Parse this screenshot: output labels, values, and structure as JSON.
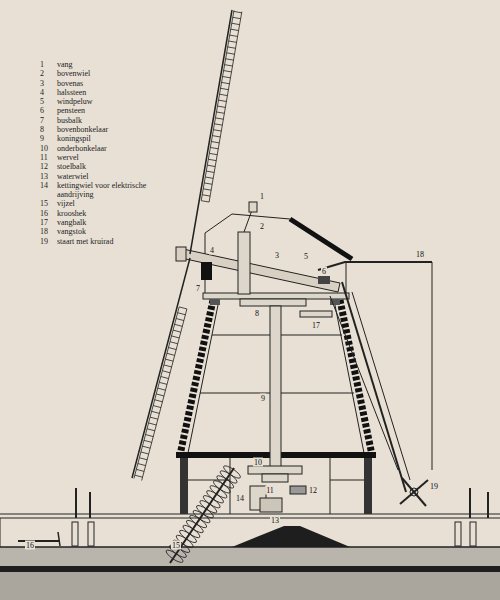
{
  "diagram": {
    "labels": [
      "1",
      "vang",
      "2",
      "bovenwiel",
      "3",
      "bovenas",
      "4",
      "halssteen",
      "5",
      "windpeluw",
      "6",
      "pensteen",
      "7",
      "busbalk",
      "8",
      "bovenbonkelaar",
      "9",
      "koningspil",
      "10",
      "onderbonkelaar",
      "11",
      "wervel",
      "12",
      "stoelbalk",
      "13",
      "waterwiel",
      "14",
      "kettingwiel voor elektrische aandrijving",
      "15",
      "vijzel",
      "16",
      "krooshek",
      "17",
      "vangbalk",
      "18",
      "vangstok",
      "19",
      "staart met kruirad",
      "1",
      "2",
      "3",
      "4",
      "5",
      "6",
      "7",
      "8",
      "9",
      "10",
      "11",
      "12",
      "13",
      "14",
      "15",
      "16",
      "17",
      "18",
      "19"
    ]
  }
}
